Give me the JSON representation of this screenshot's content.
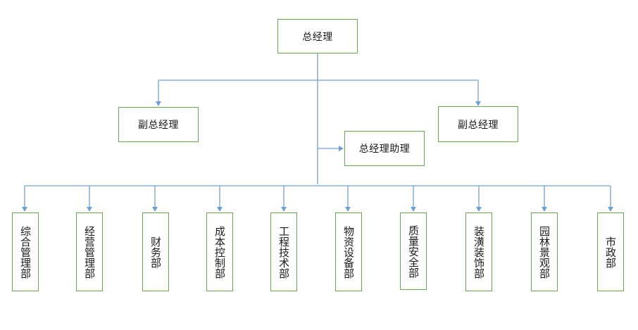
{
  "org_chart": {
    "general_manager": "总经理",
    "deputy_managers": [
      "副总经理",
      "副总经理"
    ],
    "assistant": "总经理助理",
    "departments": [
      "综合管理部",
      "经营管理部",
      "财务部",
      "成本控制部",
      "工程技术部",
      "物资设备部",
      "质量安全部",
      "装潢装饰部",
      "园林景观部",
      "市政部"
    ]
  },
  "colors": {
    "box_border": "#6aa84f",
    "connector": "#6fa0d4",
    "text": "#1a1a1a"
  }
}
